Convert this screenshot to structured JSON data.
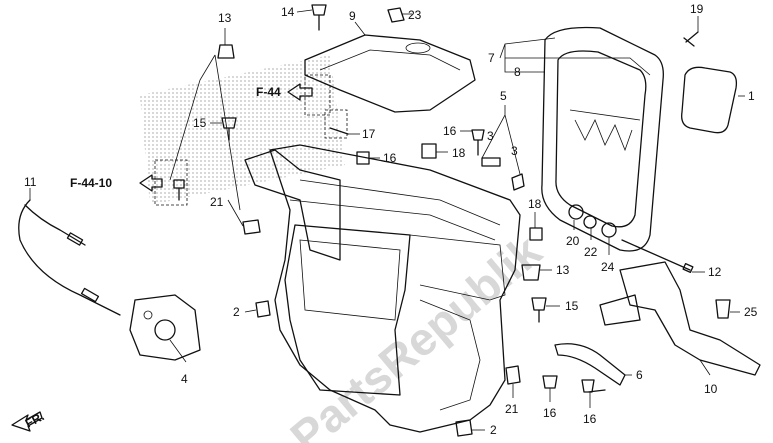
{
  "watermark": "PartsRepublik",
  "refs": {
    "f44": "F-44",
    "f4410": "F-44-10",
    "fr": "FR."
  },
  "callouts": {
    "c13a": "13",
    "c14": "14",
    "c9": "9",
    "c23": "23",
    "c19": "19",
    "c7": "7",
    "c8": "8",
    "c1": "1",
    "c5": "5",
    "c15a": "15",
    "c17": "17",
    "c16a": "16",
    "c3a": "3",
    "c3b": "3",
    "c16b": "16",
    "c18a": "18",
    "c11": "11",
    "c21a": "21",
    "c18b": "18",
    "c20": "20",
    "c22": "22",
    "c24": "24",
    "c12": "12",
    "c13b": "13",
    "c2a": "2",
    "c15b": "15",
    "c25": "25",
    "c4": "4",
    "c6": "6",
    "c10": "10",
    "c21b": "21",
    "c16c": "16",
    "c16d": "16",
    "c2b": "2"
  }
}
